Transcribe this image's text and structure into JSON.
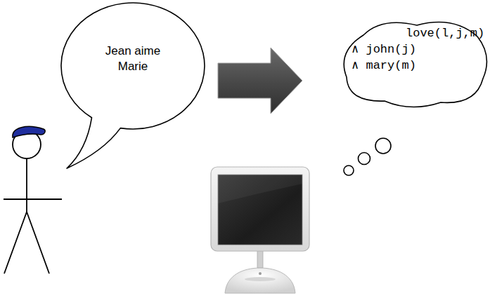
{
  "diagram": {
    "nodes": [
      {
        "text": [
          "Jean aime Marie"
        ]
      },
      {
        "text": [
          "love(l,j,m)",
          "∧ john(j)",
          "∧ mary(m)"
        ]
      }
    ],
    "edges": [
      {
        "from": 0,
        "to": 1,
        "arrow": "to"
      }
    ]
  }
}
